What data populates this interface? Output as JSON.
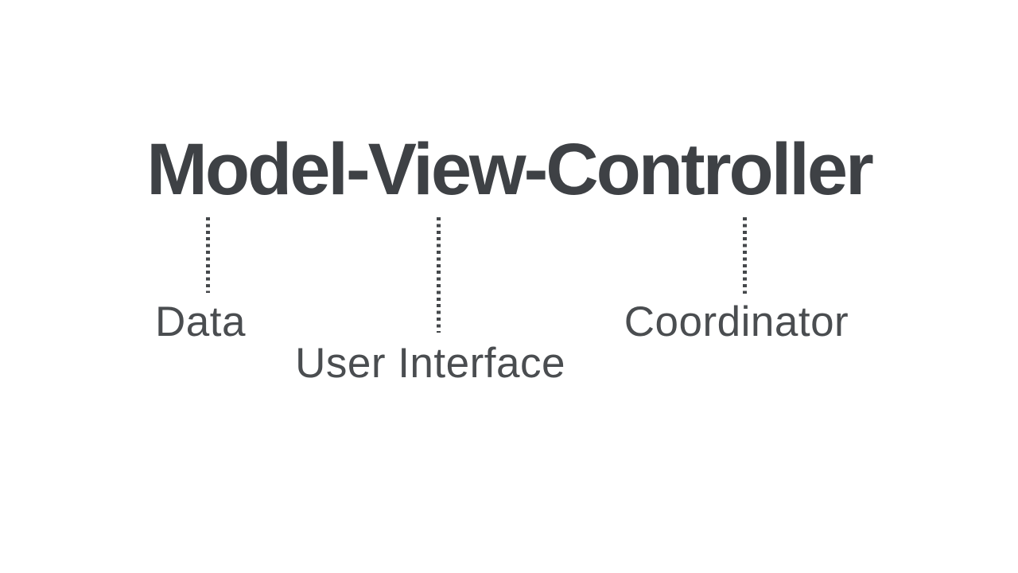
{
  "diagram": {
    "title": "Model-View-Controller",
    "terms": [
      {
        "term": "Model",
        "meaning": "Data"
      },
      {
        "term": "View",
        "meaning": "User Interface"
      },
      {
        "term": "Controller",
        "meaning": "Coordinator"
      }
    ]
  },
  "colors": {
    "background": "#ffffff",
    "title_text": "#3e4145",
    "label_text": "#4a4d50",
    "connector": "#45484b"
  }
}
